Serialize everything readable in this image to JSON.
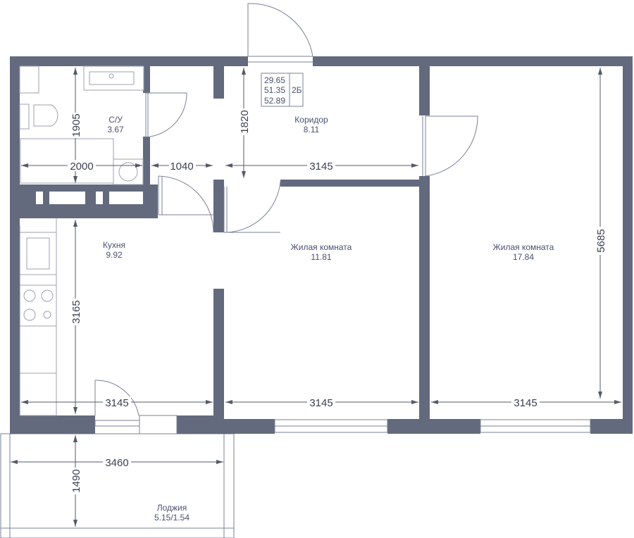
{
  "info_box": {
    "lines": [
      "29.65",
      "51.35",
      "52.89"
    ],
    "type": "2Б"
  },
  "rooms": {
    "bathroom": {
      "name": "С/У",
      "area": "3.67"
    },
    "corridor": {
      "name": "Коридор",
      "area": "8.11"
    },
    "kitchen": {
      "name": "Кухня",
      "area": "9.92"
    },
    "living1": {
      "name": "Жилая комната",
      "area": "11.81"
    },
    "living2": {
      "name": "Жилая комната",
      "area": "17.84"
    },
    "loggia": {
      "name": "Лоджия",
      "area": "5.15/1.54"
    }
  },
  "dimensions": {
    "bath_height": "1905",
    "bath_width": "2000",
    "hall_width": "1040",
    "corridor_height": "1820",
    "corridor_width": "3145",
    "kitchen_height": "3165",
    "kitchen_width": "3145",
    "living1_width": "3145",
    "living2_width": "3145",
    "living2_height": "5685",
    "loggia_width": "3460",
    "loggia_height": "1490"
  }
}
